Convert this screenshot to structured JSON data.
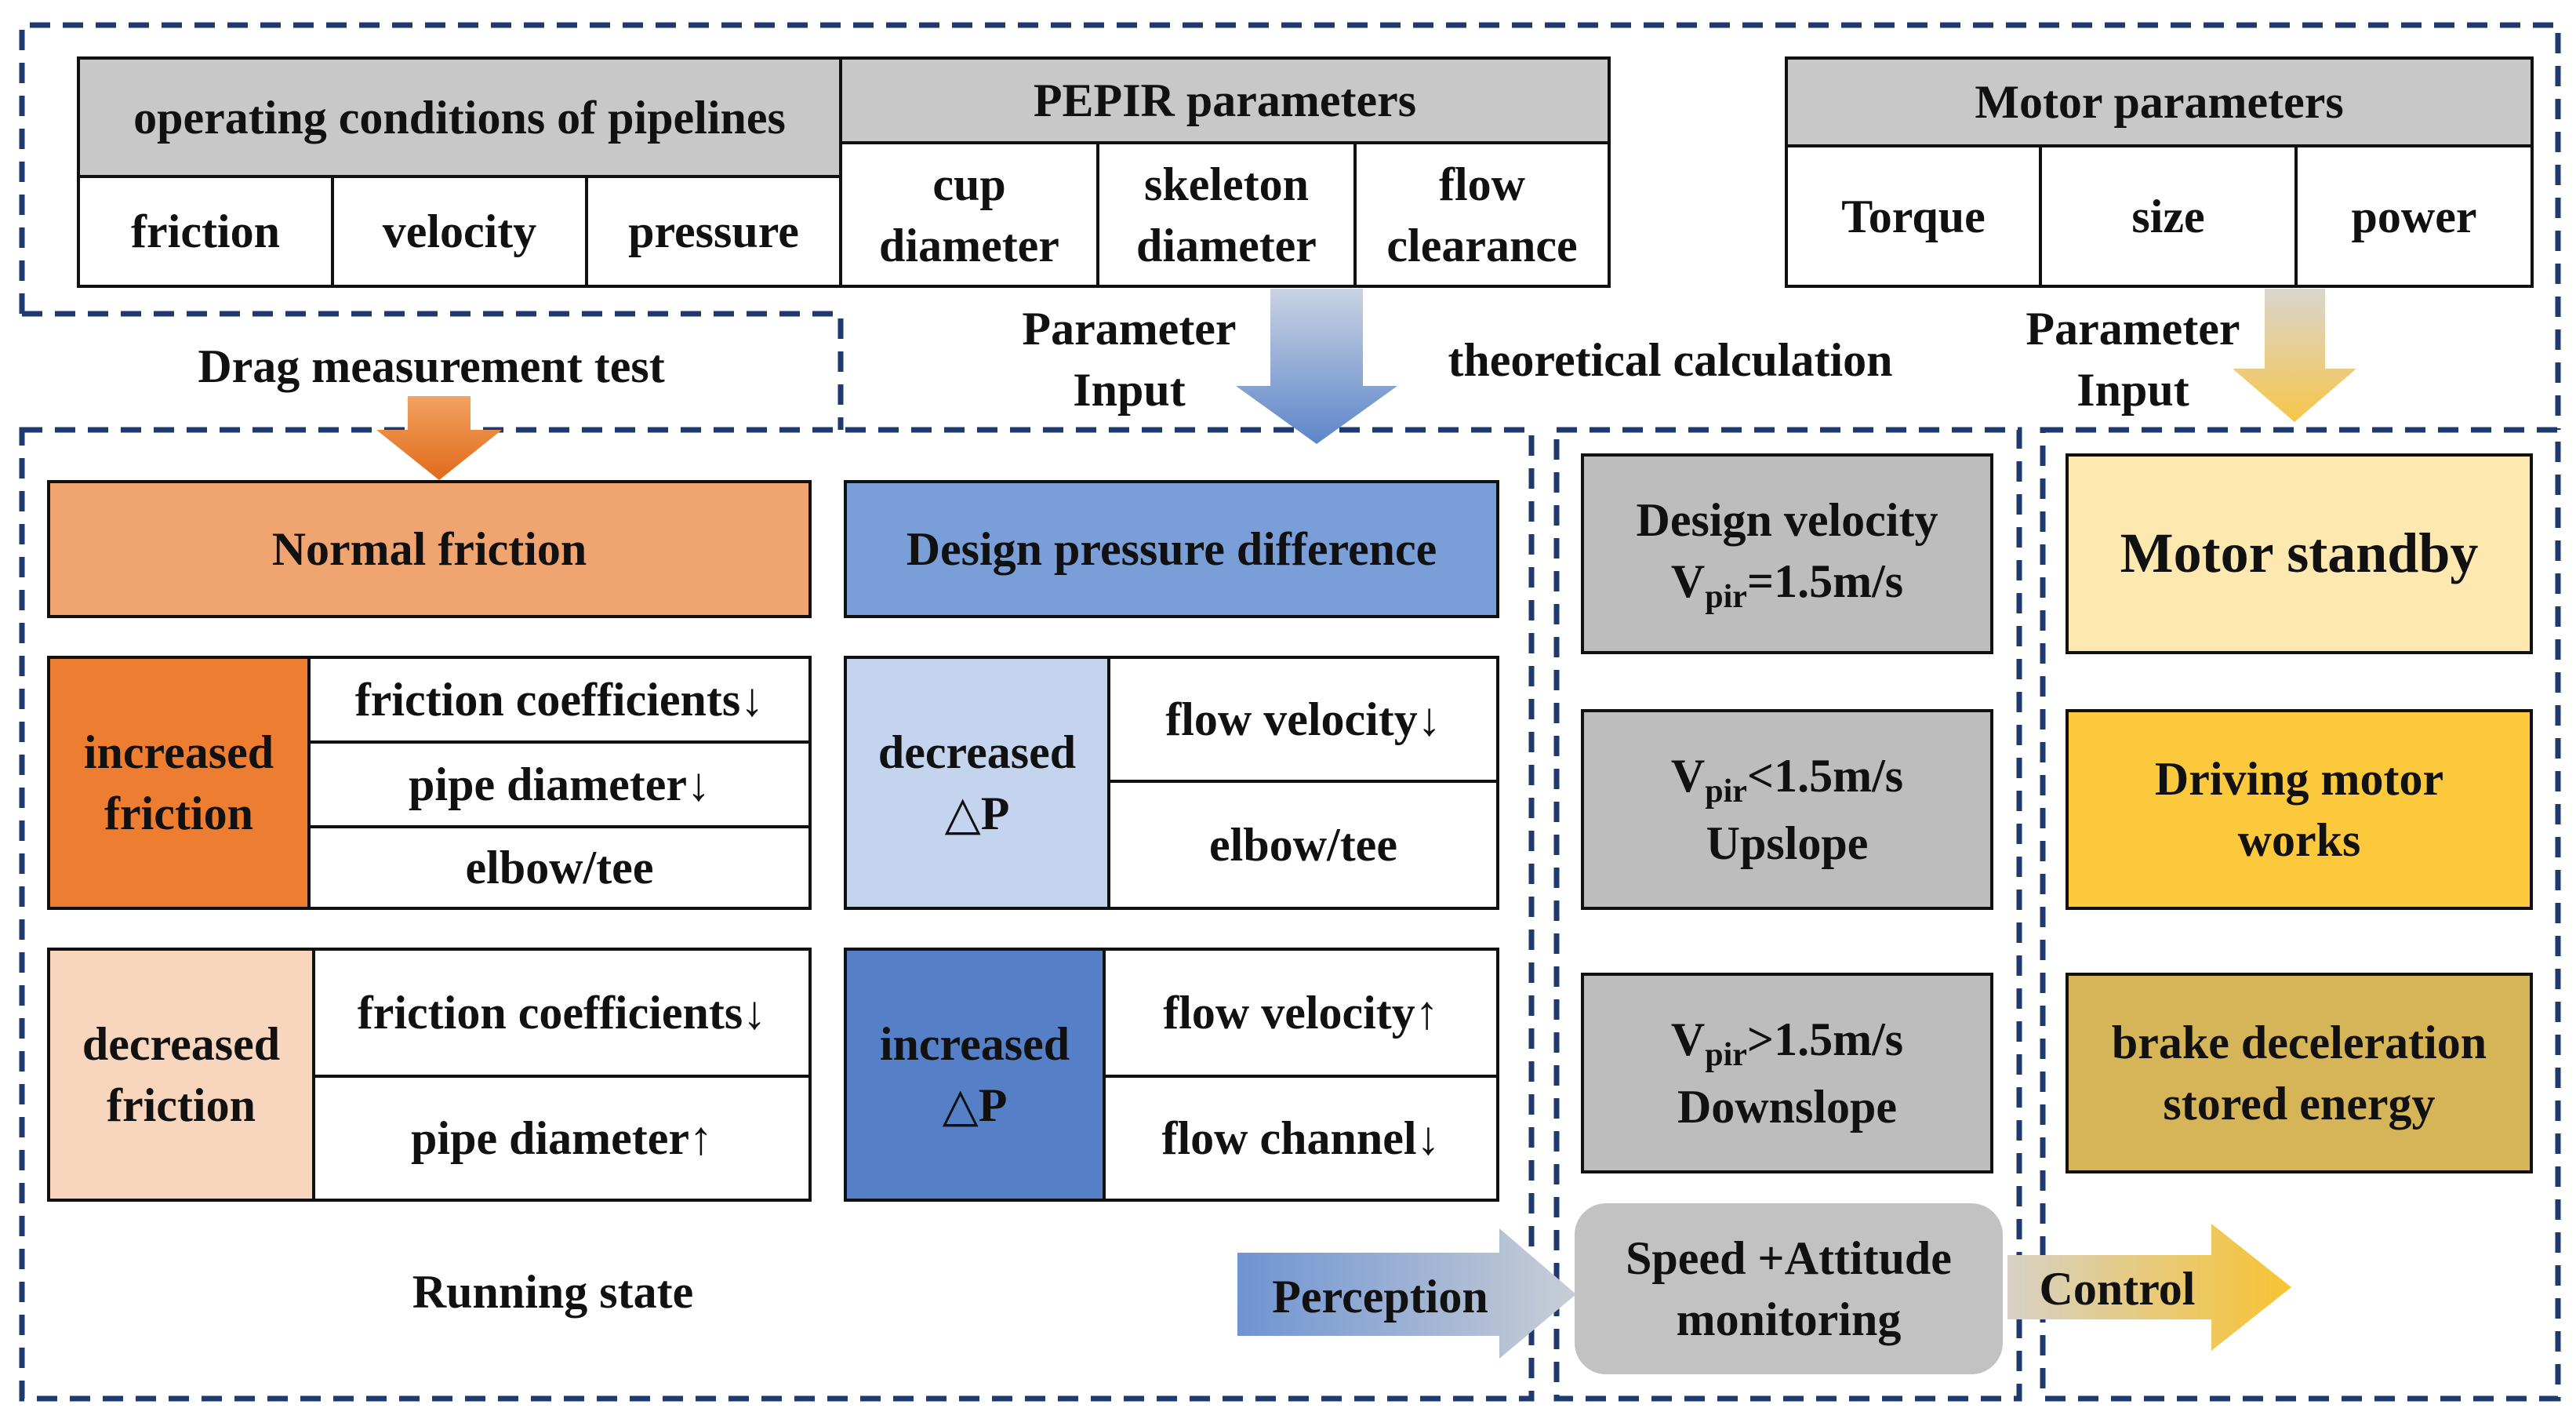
{
  "colors": {
    "dash": "#1f3a6e",
    "header_gray": "#c8c8c8",
    "state_gray": "#bdbdbd",
    "orange_mid": "#f0a470",
    "orange_dark": "#ed7d31",
    "orange_light": "#f8d5bd",
    "blue_mid": "#7a9ed8",
    "blue_light": "#c5d4ee",
    "blue_dark": "#5580c8",
    "yellow_light": "#fde9b0",
    "yellow_mid": "#fbc93b",
    "yellow_dark": "#d6b558"
  },
  "top": {
    "pipelines": {
      "header": "operating conditions of pipelines",
      "cells": [
        "friction",
        "velocity",
        "pressure"
      ]
    },
    "pepir": {
      "header": "PEPIR parameters",
      "cells": [
        "cup\ndiameter",
        "skeleton\ndiameter",
        "flow\nclearance"
      ]
    },
    "motor": {
      "header": "Motor parameters",
      "cells": [
        "Torque",
        "size",
        "power"
      ]
    }
  },
  "labels": {
    "drag_test": "Drag measurement test",
    "param_input_left": "Parameter\nInput",
    "theoretical": "theoretical calculation",
    "param_input_right": "Parameter\nInput",
    "running_state": "Running state",
    "perception": "Perception",
    "control": "Control",
    "monitoring": "Speed +Attitude\nmonitoring"
  },
  "friction": {
    "normal": "Normal friction",
    "increased": {
      "label": "increased\nfriction",
      "rows": [
        "friction coefficients↓",
        "pipe diameter↓",
        "elbow/tee"
      ]
    },
    "decreased": {
      "label": "decreased\nfriction",
      "rows": [
        "friction coefficients↓",
        "pipe diameter↑"
      ]
    }
  },
  "pressure": {
    "design": "Design pressure difference",
    "decreased": {
      "label": "decreased\n△P",
      "rows": [
        "flow velocity↓",
        "elbow/tee"
      ]
    },
    "increased": {
      "label": "increased\n△P",
      "rows": [
        "flow velocity↑",
        "flow channel↓"
      ]
    }
  },
  "velocity_states": {
    "design": {
      "line1": "Design velocity",
      "v": "V",
      "sub": "pir",
      "rest": "=1.5m/s"
    },
    "upslope": {
      "v": "V",
      "sub": "pir",
      "rest": "<1.5m/s",
      "line2": "Upslope"
    },
    "downslope": {
      "v": "V",
      "sub": "pir",
      "rest": ">1.5m/s",
      "line2": "Downslope"
    }
  },
  "motor_states": {
    "standby": "Motor standby",
    "driving": "Driving motor\nworks",
    "brake": "brake deceleration\nstored energy"
  }
}
